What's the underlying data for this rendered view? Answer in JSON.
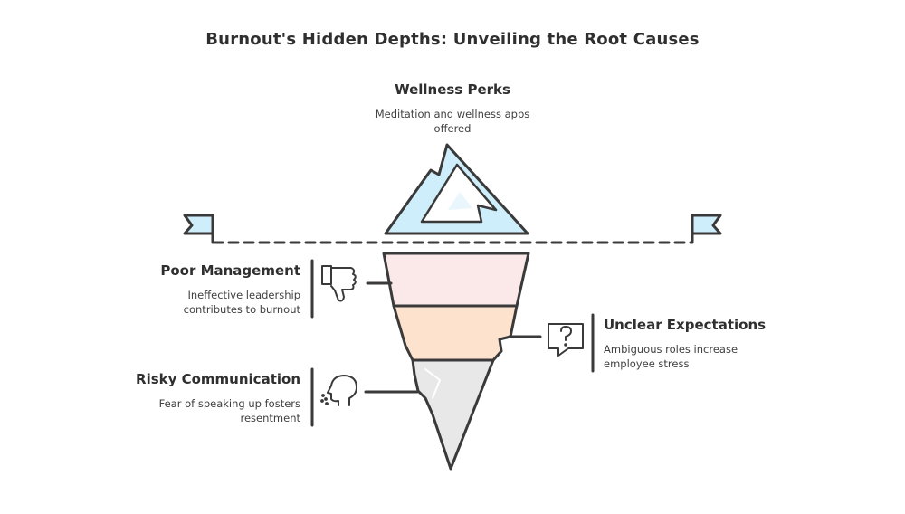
{
  "title": "Burnout's Hidden Depths: Unveiling the Root Causes",
  "tip": {
    "heading": "Wellness Perks",
    "description": "Meditation and wellness apps offered"
  },
  "layers": [
    {
      "heading": "Poor Management",
      "description": "Ineffective leadership contributes to burnout",
      "icon": "thumbs-down-icon",
      "color": "#fbe9e9"
    },
    {
      "heading": "Unclear Expectations",
      "description": "Ambiguous roles increase employee stress",
      "icon": "question-bubble-icon",
      "color": "#fde3cd"
    },
    {
      "heading": "Risky Communication",
      "description": "Fear of speaking up fosters resentment",
      "icon": "silent-head-icon",
      "color": "#e8e8e8"
    }
  ],
  "colors": {
    "ice_tip": "#cdeefa",
    "outline": "#3a3a3a"
  }
}
